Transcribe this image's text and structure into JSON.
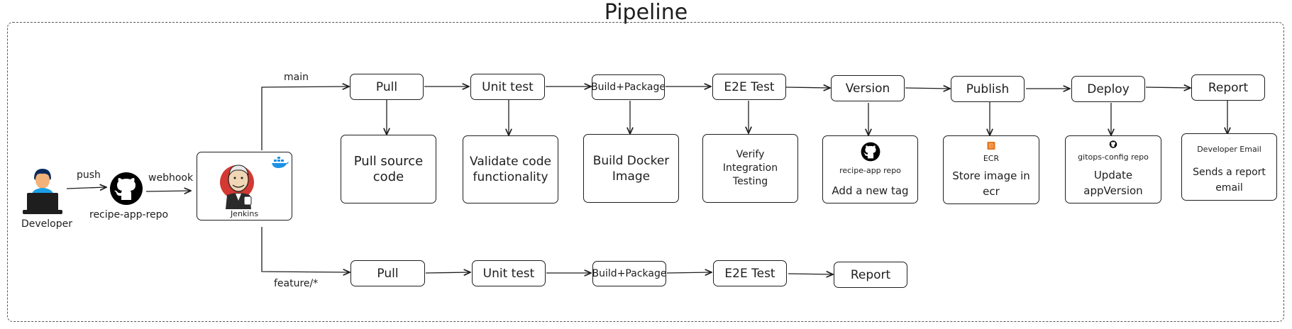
{
  "title": "Pipeline",
  "developer": {
    "label": "Developer",
    "push_label": "push"
  },
  "repo": {
    "label": "recipe-app-repo",
    "webhook_label": "webhook"
  },
  "jenkins": {
    "label": "Jenkins"
  },
  "branches": {
    "main": "main",
    "feature": "feature/*"
  },
  "main_stages": [
    {
      "label": "Pull",
      "desc": "Pull source code"
    },
    {
      "label": "Unit test",
      "desc": "Validate code functionality"
    },
    {
      "label": "Build+Package",
      "desc": "Build Docker Image"
    },
    {
      "label": "E2E Test",
      "desc": "Verify Integration Testing"
    },
    {
      "label": "Version",
      "icon_caption": "recipe-app repo",
      "desc": "Add a new tag"
    },
    {
      "label": "Publish",
      "icon_caption": "ECR",
      "desc": "Store image in ecr"
    },
    {
      "label": "Deploy",
      "icon_caption": "gitops-config repo",
      "desc": "Update appVersion"
    },
    {
      "label": "Report",
      "icon_caption": "Developer Email",
      "desc": "Sends a report email"
    }
  ],
  "feature_stages": [
    {
      "label": "Pull"
    },
    {
      "label": "Unit test"
    },
    {
      "label": "Build+Package"
    },
    {
      "label": "E2E Test"
    },
    {
      "label": "Report"
    }
  ],
  "colors": {
    "stroke": "#1e1e1e",
    "ecr_orange": "#e8761d",
    "jenkins_red": "#d33833",
    "docker_blue": "#1d91e6",
    "developer_shirt": "#1aa0e8"
  }
}
